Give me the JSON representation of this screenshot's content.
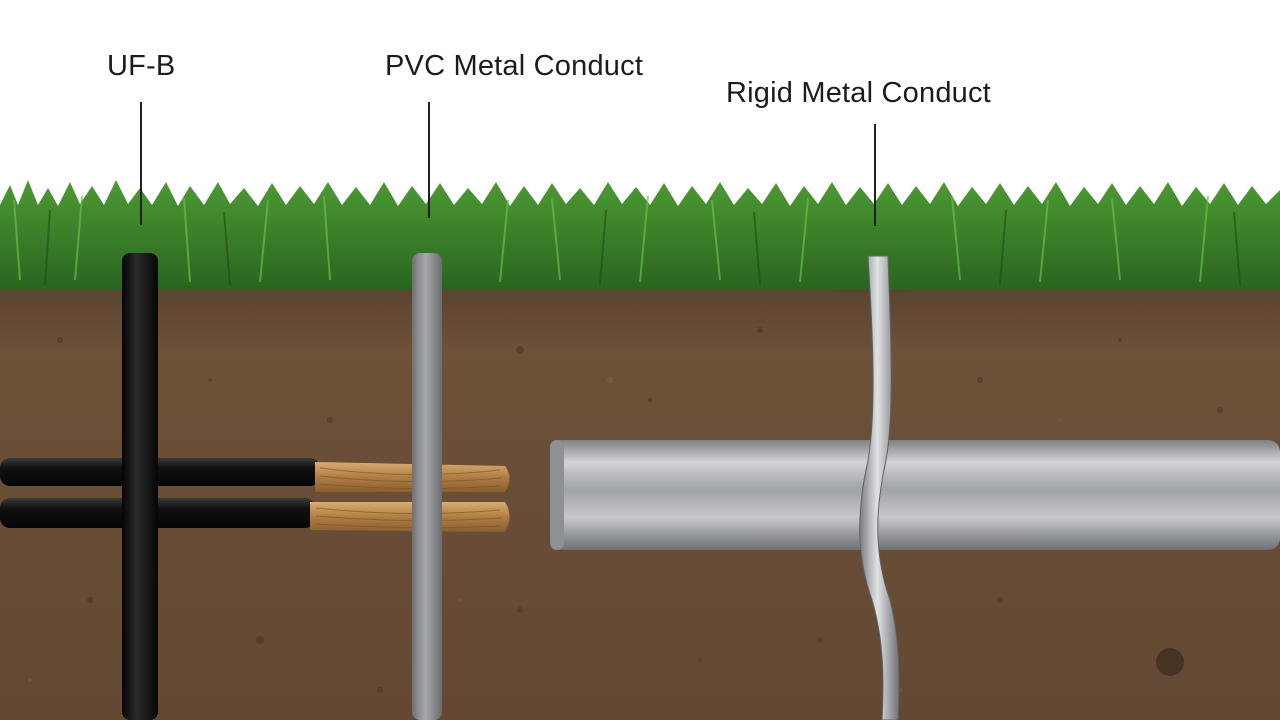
{
  "labels": {
    "uf_b": "UF-B",
    "pvc_metal_conduct": "PVC Metal Conduct",
    "rigid_metal_conduct": "Rigid Metal Conduct"
  },
  "colors": {
    "sky": "#ffffff",
    "grass_dark": "#2c6b22",
    "grass_light": "#5fae3e",
    "soil": "#6b5038",
    "soil_dark": "#4a3424",
    "cable_black": "#141414",
    "pvc_gray": "#8c8e91",
    "copper": "#b98a52",
    "metal_pipe": "#a9acb0"
  },
  "icons": {
    "grass": "grass-layer",
    "soil": "soil-cross-section",
    "cable": "black-cable",
    "conduit": "gray-conduit",
    "pipe": "metal-pipe",
    "wire": "copper-strands"
  }
}
